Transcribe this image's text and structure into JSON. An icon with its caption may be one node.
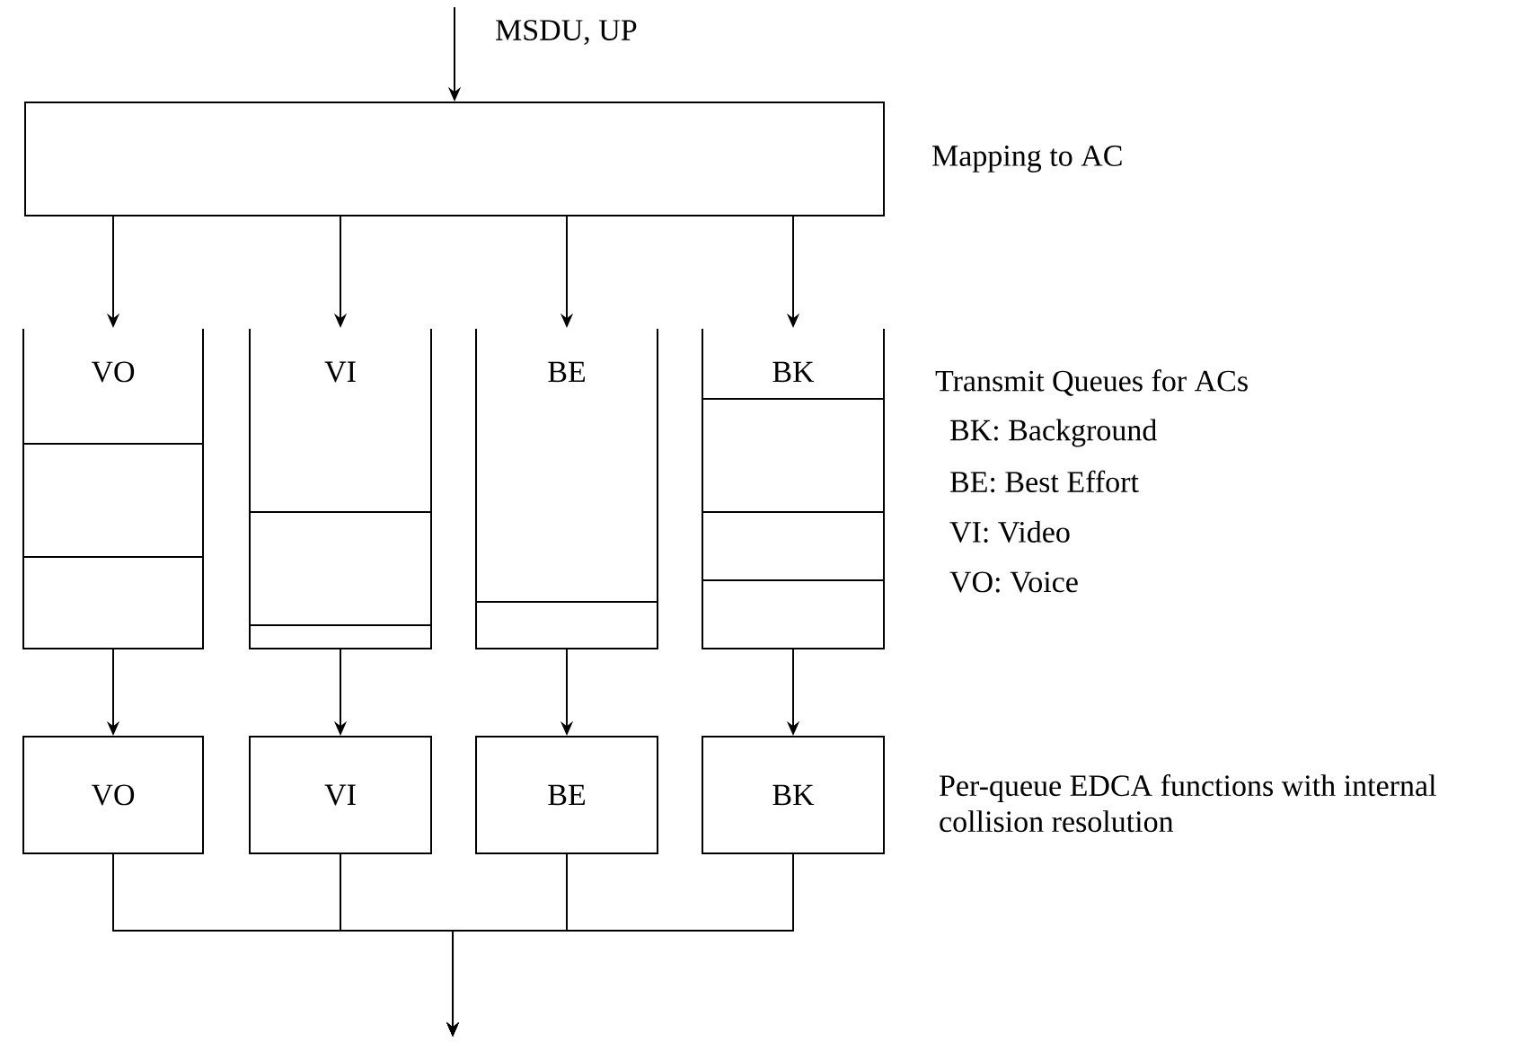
{
  "diagram": {
    "nodes": [
      {
        "text": [],
        "shape": "box",
        "beside": [
          "Mapping to AC"
        ]
      },
      {
        "text": [
          "VO"
        ]
      },
      {
        "text": [
          "VI"
        ]
      },
      {
        "text": [
          "BE"
        ]
      },
      {
        "text": [
          "BK"
        ]
      },
      {
        "text": [
          "VO"
        ]
      },
      {
        "text": [
          "VI"
        ]
      },
      {
        "text": [
          "BE"
        ]
      },
      {
        "text": [
          "BK"
        ]
      }
    ],
    "edges": [
      {
        "from": null,
        "to": 0,
        "arrow": "to",
        "label": "MSDU, UP"
      },
      {
        "from": 0,
        "to": 1,
        "arrow": "to"
      },
      {
        "from": 0,
        "to": 2,
        "arrow": "to"
      },
      {
        "from": 0,
        "to": 3,
        "arrow": "to"
      },
      {
        "from": 0,
        "to": 4,
        "arrow": "to"
      },
      {
        "from": 1,
        "to": 5,
        "arrow": "to"
      },
      {
        "from": 2,
        "to": 6,
        "arrow": "to"
      },
      {
        "from": 3,
        "to": 7,
        "arrow": "to"
      },
      {
        "from": 4,
        "to": 8,
        "arrow": "to"
      },
      {
        "from": 5,
        "to": null,
        "arrow": "to"
      },
      {
        "from": 6,
        "to": null,
        "arrow": "to"
      },
      {
        "from": 7,
        "to": null,
        "arrow": "to"
      },
      {
        "from": 8,
        "to": null,
        "arrow": "to"
      }
    ],
    "labels": [
      "Transmit Queues for ACs",
      "BK: Background",
      "BE: Best Effort",
      "VI: Video",
      "VO: Voice",
      "Per-queue EDCA functions with internal collision resolution"
    ]
  }
}
